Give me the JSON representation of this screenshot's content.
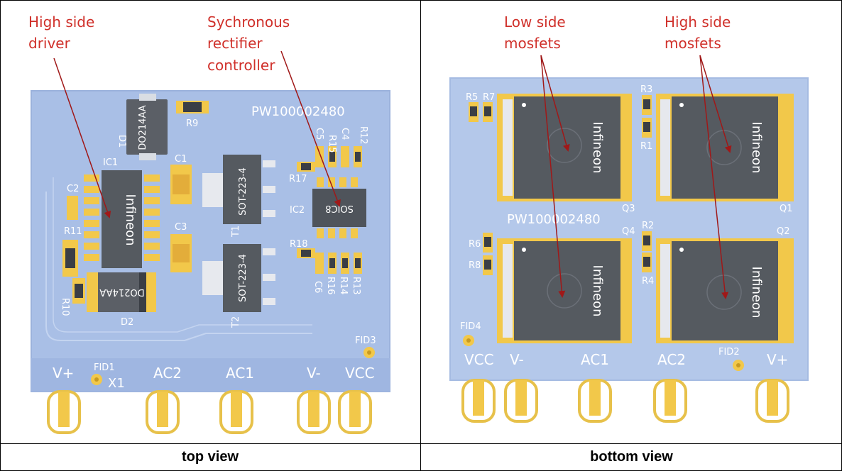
{
  "annotations": {
    "high_side_driver": [
      "High side",
      "driver"
    ],
    "sync_rect": [
      "Sychronous",
      "rectifier",
      "controller"
    ],
    "low_side_mosfets": [
      "Low side",
      "mosfets"
    ],
    "high_side_mosfets": [
      "High side",
      "mosfets"
    ]
  },
  "top": {
    "part_number": "PW100002480",
    "components": {
      "d1": "D1",
      "r9": "R9",
      "ic1": "IC1",
      "c1": "C1",
      "c2": "C2",
      "c3": "C3",
      "r11": "R11",
      "r10": "R10",
      "d2": "D2",
      "t1": "T1",
      "t2": "T2",
      "ic2": "IC2",
      "r17": "R17",
      "r18": "R18",
      "c5": "C5",
      "c4": "C4",
      "r12": "R12",
      "r15": "R15",
      "c6": "C6",
      "r16": "R16",
      "r14": "R14",
      "r13": "R13"
    },
    "packages": {
      "t1": "SOT-223-4",
      "t2": "SOT-223-4",
      "ic2": "SOIC8",
      "diode": "DO214AA"
    },
    "ic1_brand": "Infineon",
    "fiducials": {
      "fid1": "FID1",
      "fid3": "FID3"
    },
    "x1": "X1",
    "pins": [
      "V+",
      "AC2",
      "AC1",
      "V-",
      "VCC"
    ]
  },
  "bottom": {
    "part_number": "PW100002480",
    "components": {
      "r5": "R5",
      "r7": "R7",
      "r3": "R3",
      "r1": "R1",
      "r2": "R2",
      "r4": "R4",
      "r6": "R6",
      "r8": "R8",
      "q1": "Q1",
      "q2": "Q2",
      "q3": "Q3",
      "q4": "Q4"
    },
    "mosfet_brand": "Infineon",
    "fiducials": {
      "fid2": "FID2",
      "fid4": "FID4"
    },
    "pins": [
      "VCC",
      "V-",
      "AC1",
      "AC2",
      "V+"
    ]
  },
  "captions": {
    "top_view": "top view",
    "bottom_view": "bottom view"
  },
  "colors": {
    "board": "#a9bfe6",
    "board_dark": "#8ea7d4",
    "chip": "#555a60",
    "gold": "#f2c84a",
    "pin_gold": "#e7c14a",
    "annotation": "#d0302a",
    "arrow": "#a01818"
  }
}
